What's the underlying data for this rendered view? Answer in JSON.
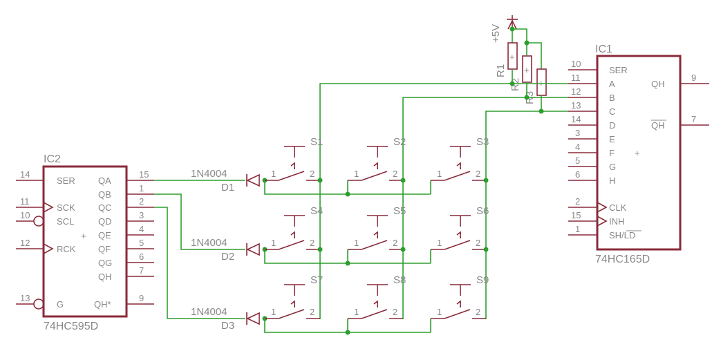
{
  "ic2": {
    "name": "IC2",
    "value": "74HC595D",
    "left_pins": [
      {
        "num": "14",
        "name": "SER"
      },
      {
        "num": "11",
        "name": "SCK"
      },
      {
        "num": "10",
        "name": "SCL"
      },
      {
        "num": "12",
        "name": "RCK"
      },
      {
        "num": "13",
        "name": "G"
      }
    ],
    "right_pins": [
      {
        "num": "15",
        "name": "QA"
      },
      {
        "num": "1",
        "name": "QB"
      },
      {
        "num": "2",
        "name": "QC"
      },
      {
        "num": "3",
        "name": "QD"
      },
      {
        "num": "4",
        "name": "QE"
      },
      {
        "num": "5",
        "name": "QF"
      },
      {
        "num": "6",
        "name": "QG"
      },
      {
        "num": "7",
        "name": "QH"
      },
      {
        "num": "9",
        "name": "QH*"
      }
    ]
  },
  "ic1": {
    "name": "IC1",
    "value": "74HC165D",
    "left_pins": [
      {
        "num": "10",
        "name": "SER"
      },
      {
        "num": "11",
        "name": "A"
      },
      {
        "num": "12",
        "name": "B"
      },
      {
        "num": "13",
        "name": "C"
      },
      {
        "num": "14",
        "name": "D"
      },
      {
        "num": "3",
        "name": "E"
      },
      {
        "num": "4",
        "name": "F"
      },
      {
        "num": "5",
        "name": "G"
      },
      {
        "num": "6",
        "name": "H"
      },
      {
        "num": "2",
        "name": "CLK"
      },
      {
        "num": "15",
        "name": "INH"
      },
      {
        "num": "1",
        "name": "SH/LD"
      }
    ],
    "right_pins": [
      {
        "num": "9",
        "name": "QH"
      },
      {
        "num": "7",
        "name": "QH"
      }
    ]
  },
  "diodes": [
    {
      "name": "D1",
      "value": "1N4004"
    },
    {
      "name": "D2",
      "value": "1N4004"
    },
    {
      "name": "D3",
      "value": "1N4004"
    }
  ],
  "switches": [
    "S1",
    "S2",
    "S3",
    "S4",
    "S5",
    "S6",
    "S7",
    "S8",
    "S9"
  ],
  "switch_pin_labels": {
    "left": "1",
    "right": "2"
  },
  "resistors": [
    "R1",
    "R2",
    "R3"
  ],
  "supply": "+5V",
  "origin_mark": "+"
}
